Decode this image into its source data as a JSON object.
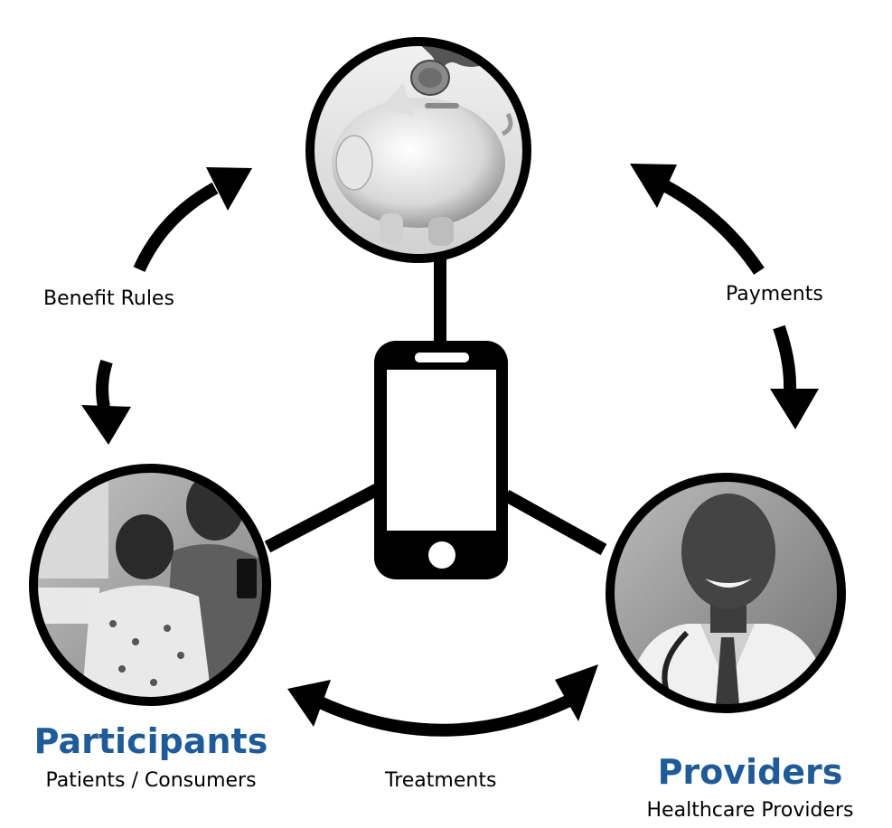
{
  "flows": {
    "benefit_rules": "Benefit Rules",
    "payments": "Payments",
    "treatments": "Treatments"
  },
  "participants": {
    "title": "Participants",
    "subtitle": "Patients / Consumers"
  },
  "providers": {
    "title": "Providers",
    "subtitle": "Healthcare Providers"
  },
  "colors": {
    "title_blue": "#1f5a99",
    "line": "#000000"
  }
}
